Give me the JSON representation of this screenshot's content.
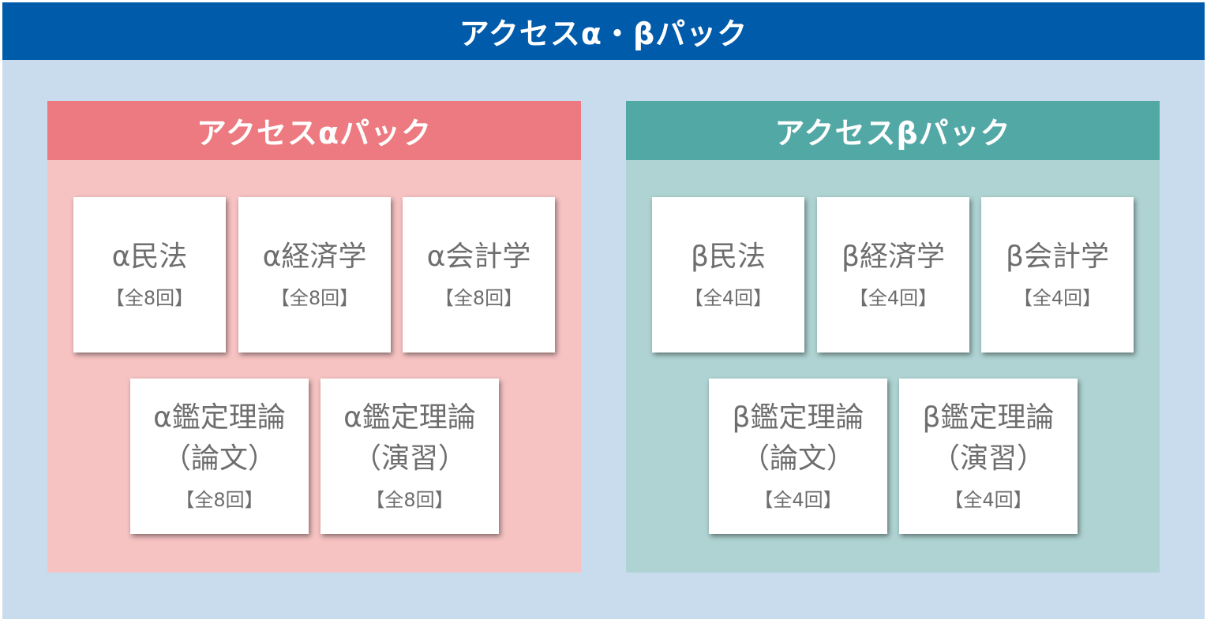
{
  "title": "アクセスα・βパック",
  "colors": {
    "title_bg": "#005bab",
    "background": "#c9dced",
    "alpha_header": "#ec7a80",
    "alpha_body": "#f6c2c2",
    "beta_header": "#52a8a5",
    "beta_body": "#aed3d2",
    "text": "#6e6e6e"
  },
  "alpha": {
    "title": "アクセスαパック",
    "cards": [
      {
        "name": "α民法",
        "lines": [],
        "count": "【全8回】"
      },
      {
        "name": "α経済学",
        "lines": [],
        "count": "【全8回】"
      },
      {
        "name": "α会計学",
        "lines": [],
        "count": "【全8回】"
      },
      {
        "name": "α鑑定理論",
        "sub": "（論文）",
        "count": "【全8回】"
      },
      {
        "name": "α鑑定理論",
        "sub": "（演習）",
        "count": "【全8回】"
      }
    ]
  },
  "beta": {
    "title": "アクセスβパック",
    "cards": [
      {
        "name": "β民法",
        "count": "【全4回】"
      },
      {
        "name": "β経済学",
        "count": "【全4回】"
      },
      {
        "name": "β会計学",
        "count": "【全4回】"
      },
      {
        "name": "β鑑定理論",
        "sub": "（論文）",
        "count": "【全4回】"
      },
      {
        "name": "β鑑定理論",
        "sub": "（演習）",
        "count": "【全4回】"
      }
    ]
  }
}
